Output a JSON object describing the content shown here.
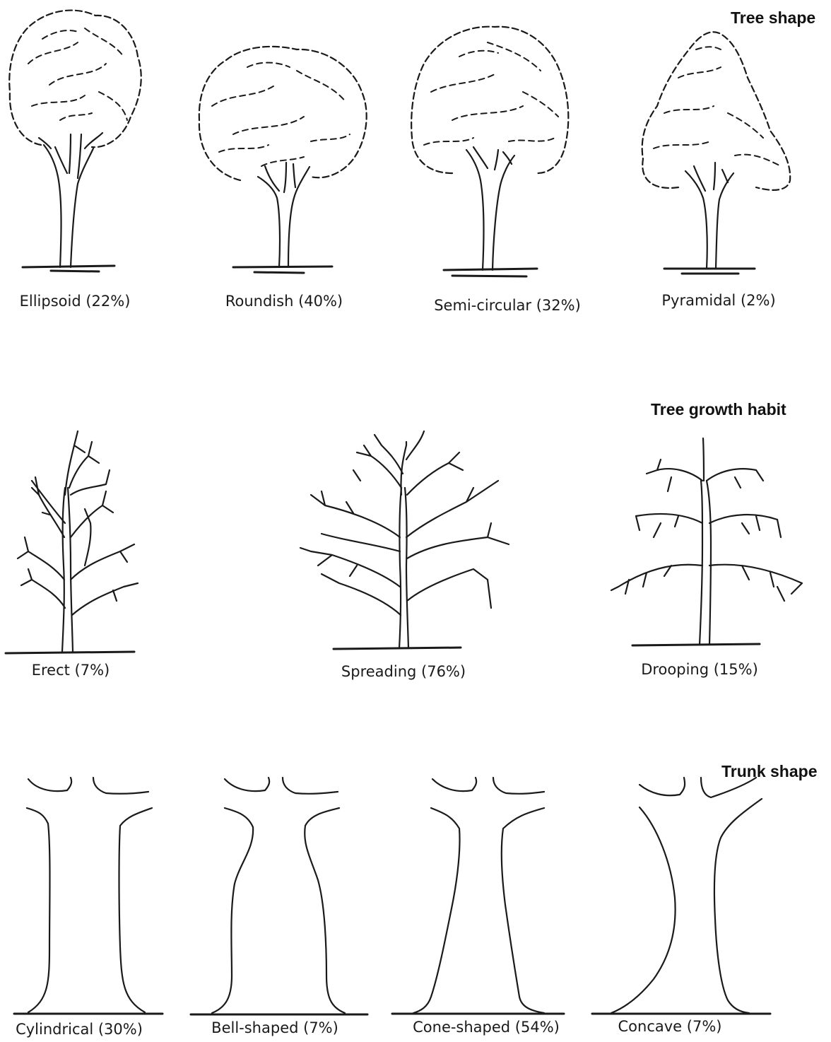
{
  "sections": {
    "tree_shape": {
      "title": "Tree shape",
      "items": [
        {
          "label": "Ellipsoid (22%)"
        },
        {
          "label": "Roundish (40%)"
        },
        {
          "label": "Semi-circular (32%)"
        },
        {
          "label": "Pyramidal (2%)"
        }
      ]
    },
    "growth_habit": {
      "title": "Tree growth habit",
      "items": [
        {
          "label": "Erect (7%)"
        },
        {
          "label": "Spreading (76%)"
        },
        {
          "label": "Drooping (15%)"
        }
      ]
    },
    "trunk_shape": {
      "title": "Trunk shape",
      "items": [
        {
          "label": "Cylindrical (30%)"
        },
        {
          "label": "Bell-shaped (7%)"
        },
        {
          "label": "Cone-shaped (54%)"
        },
        {
          "label": "Concave (7%)"
        }
      ]
    }
  }
}
